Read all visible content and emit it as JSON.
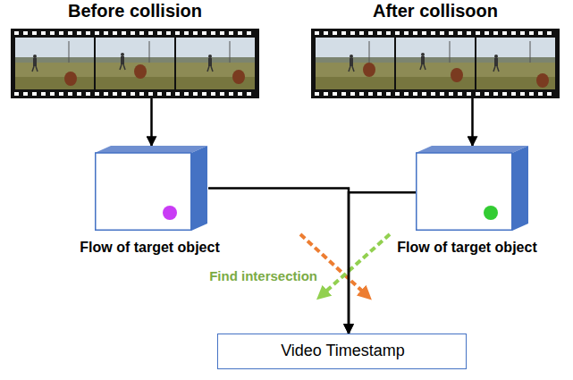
{
  "diagram": {
    "nodes": [
      {
        "text": [
          "Before collision"
        ]
      },
      {
        "text": [
          "After collisoon"
        ]
      },
      {
        "text": [
          "Flow of target object"
        ]
      },
      {
        "text": [
          "Flow of target object"
        ]
      },
      {
        "text": [
          "Video Timestamp"
        ]
      }
    ],
    "edges": [
      {
        "from": 0,
        "to": 2,
        "arrow": "to"
      },
      {
        "from": 1,
        "to": 3,
        "arrow": "to"
      },
      {
        "from": 2,
        "to": 4,
        "arrow": "to"
      },
      {
        "from": 3,
        "to": 4,
        "arrow": "to"
      }
    ],
    "labels": [
      "Find intersection"
    ]
  }
}
